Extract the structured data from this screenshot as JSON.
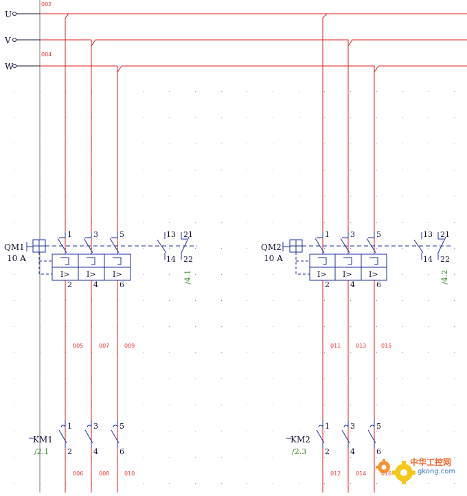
{
  "phases": [
    "U",
    "V",
    "W"
  ],
  "wire_numbers": {
    "top_u": "002",
    "top_w": "004",
    "qm1_out": [
      "005",
      "007",
      "009"
    ],
    "qm2_out": [
      "011",
      "013",
      "015"
    ],
    "km1_out": [
      "006",
      "008",
      "010"
    ],
    "km2_out": [
      "012",
      "014",
      "016"
    ]
  },
  "breakers": [
    {
      "name": "QM1",
      "rating": "10 A",
      "line_terminals": [
        "1",
        "3",
        "5"
      ],
      "load_terminals": [
        "2",
        "4",
        "6"
      ],
      "aux_terminals_top": [
        "13",
        "21"
      ],
      "aux_terminals_bottom": [
        "14",
        "22"
      ],
      "ref": "/4.1"
    },
    {
      "name": "QM2",
      "rating": "10 A",
      "line_terminals": [
        "1",
        "3",
        "5"
      ],
      "load_terminals": [
        "2",
        "4",
        "6"
      ],
      "aux_terminals_top": [
        "13",
        "21"
      ],
      "aux_terminals_bottom": [
        "14",
        "22"
      ],
      "ref": "/4.2"
    }
  ],
  "contactors": [
    {
      "name": "KM1",
      "ref": "/2.1",
      "line_terminals": [
        "1",
        "3",
        "5"
      ],
      "load_terminals": [
        "2",
        "4",
        "6"
      ]
    },
    {
      "name": "KM2",
      "ref": "/2.3",
      "line_terminals": [
        "1",
        "3",
        "5"
      ],
      "load_terminals": [
        "2",
        "4",
        "6"
      ]
    }
  ],
  "relay_label": "I>",
  "watermark": {
    "brand": "中华工控网",
    "domain": "gkong.com"
  },
  "colors": {
    "wire": "#d81e1e",
    "symbol": "#1a2e9c",
    "text": "#101030",
    "ref": "#3b8a2a",
    "grid": "#8a8a8a"
  }
}
